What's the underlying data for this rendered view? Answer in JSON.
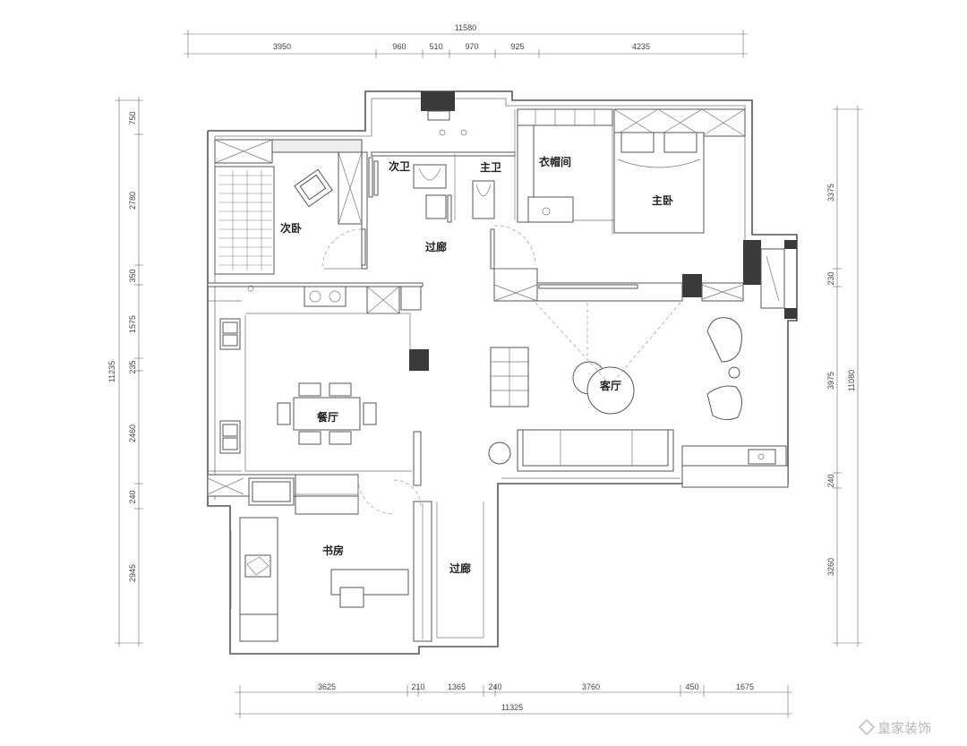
{
  "plan": {
    "top_total_dim": "11580",
    "top_dims": [
      "3950",
      "960",
      "510",
      "970",
      "925",
      "4235"
    ],
    "bottom_dims": [
      "3625",
      "210",
      "1365",
      "240",
      "3760",
      "450",
      "1675"
    ],
    "bottom_total_dim": "11325",
    "left_dims": [
      "750",
      "2780",
      "350",
      "1575",
      "235",
      "2460",
      "240",
      "2945"
    ],
    "left_total_dim": "11235",
    "right_dims": [
      "3375",
      "230",
      "3975",
      "240",
      "3260"
    ],
    "right_total_dim": "11080",
    "rooms": {
      "secondary_bathroom": "次卫",
      "master_bathroom": "主卫",
      "walk_in_closet": "衣帽间",
      "master_bedroom": "主卧",
      "secondary_bedroom": "次卧",
      "corridor_upper": "过廊",
      "dining_room": "餐厅",
      "living_room": "客厅",
      "study": "书房",
      "corridor_lower": "过廊"
    },
    "watermark": "皇家装饰",
    "colors": {
      "wall": "#555555",
      "column": "#3a3a3a",
      "dim_text": "#444444",
      "room_text": "#222222"
    }
  }
}
